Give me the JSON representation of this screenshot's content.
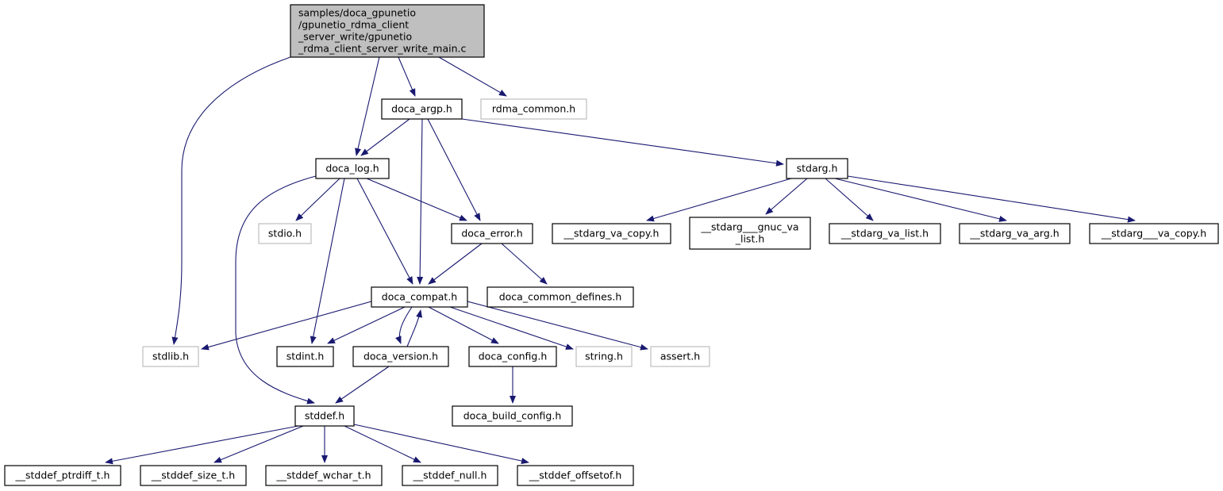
{
  "colors": {
    "edge": "#191970",
    "root_fill": "#bfbfbf",
    "node_border": "#000000",
    "missing_border": "#bfbfbf",
    "missing_text": "#404040"
  },
  "nodes": [
    {
      "id": "main",
      "lines": [
        "samples/doca_gpunetio",
        "/gpunetio_rdma_client",
        "_server_write/gpunetio",
        "_rdma_client_server_write_main.c"
      ],
      "style": "root"
    },
    {
      "id": "doca_argp",
      "lines": [
        "doca_argp.h"
      ],
      "style": "normal"
    },
    {
      "id": "rdma_common",
      "lines": [
        "rdma_common.h"
      ],
      "style": "missing"
    },
    {
      "id": "doca_log",
      "lines": [
        "doca_log.h"
      ],
      "style": "normal"
    },
    {
      "id": "stdarg",
      "lines": [
        "stdarg.h"
      ],
      "style": "normal"
    },
    {
      "id": "stdio",
      "lines": [
        "stdio.h"
      ],
      "style": "missing"
    },
    {
      "id": "doca_error",
      "lines": [
        "doca_error.h"
      ],
      "style": "normal"
    },
    {
      "id": "va_copy",
      "lines": [
        "__stdarg_va_copy.h"
      ],
      "style": "normal"
    },
    {
      "id": "gnuc_va_list",
      "lines": [
        "__stdarg___gnuc_va",
        "_list.h"
      ],
      "style": "normal"
    },
    {
      "id": "va_list",
      "lines": [
        "__stdarg_va_list.h"
      ],
      "style": "normal"
    },
    {
      "id": "va_arg",
      "lines": [
        "__stdarg_va_arg.h"
      ],
      "style": "normal"
    },
    {
      "id": "___va_copy",
      "lines": [
        "__stdarg___va_copy.h"
      ],
      "style": "normal"
    },
    {
      "id": "doca_compat",
      "lines": [
        "doca_compat.h"
      ],
      "style": "normal"
    },
    {
      "id": "doca_common_defines",
      "lines": [
        "doca_common_defines.h"
      ],
      "style": "normal"
    },
    {
      "id": "stdlib",
      "lines": [
        "stdlib.h"
      ],
      "style": "missing"
    },
    {
      "id": "stdint",
      "lines": [
        "stdint.h"
      ],
      "style": "normal"
    },
    {
      "id": "doca_version",
      "lines": [
        "doca_version.h"
      ],
      "style": "normal"
    },
    {
      "id": "doca_config",
      "lines": [
        "doca_config.h"
      ],
      "style": "normal"
    },
    {
      "id": "string",
      "lines": [
        "string.h"
      ],
      "style": "missing"
    },
    {
      "id": "assert",
      "lines": [
        "assert.h"
      ],
      "style": "missing"
    },
    {
      "id": "stddef",
      "lines": [
        "stddef.h"
      ],
      "style": "normal"
    },
    {
      "id": "doca_build_config",
      "lines": [
        "doca_build_config.h"
      ],
      "style": "normal"
    },
    {
      "id": "ptrdiff_t",
      "lines": [
        "__stddef_ptrdiff_t.h"
      ],
      "style": "normal"
    },
    {
      "id": "size_t",
      "lines": [
        "__stddef_size_t.h"
      ],
      "style": "normal"
    },
    {
      "id": "wchar_t",
      "lines": [
        "__stddef_wchar_t.h"
      ],
      "style": "normal"
    },
    {
      "id": "null",
      "lines": [
        "__stddef_null.h"
      ],
      "style": "normal"
    },
    {
      "id": "offsetof",
      "lines": [
        "__stddef_offsetof.h"
      ],
      "style": "normal"
    }
  ],
  "edges": [
    [
      "main",
      "stdlib"
    ],
    [
      "main",
      "doca_log"
    ],
    [
      "main",
      "doca_argp"
    ],
    [
      "main",
      "rdma_common"
    ],
    [
      "doca_argp",
      "doca_log"
    ],
    [
      "doca_argp",
      "doca_compat"
    ],
    [
      "doca_argp",
      "doca_error"
    ],
    [
      "doca_argp",
      "stdarg"
    ],
    [
      "doca_log",
      "stddef"
    ],
    [
      "doca_log",
      "stdio"
    ],
    [
      "doca_log",
      "stdint"
    ],
    [
      "doca_log",
      "doca_compat"
    ],
    [
      "doca_log",
      "doca_error"
    ],
    [
      "stdarg",
      "va_copy"
    ],
    [
      "stdarg",
      "gnuc_va_list"
    ],
    [
      "stdarg",
      "va_list"
    ],
    [
      "stdarg",
      "va_arg"
    ],
    [
      "stdarg",
      "___va_copy"
    ],
    [
      "doca_error",
      "doca_compat"
    ],
    [
      "doca_error",
      "doca_common_defines"
    ],
    [
      "doca_compat",
      "stdlib"
    ],
    [
      "doca_compat",
      "stdint"
    ],
    [
      "doca_compat",
      "doca_version"
    ],
    [
      "doca_compat",
      "doca_config"
    ],
    [
      "doca_compat",
      "string"
    ],
    [
      "doca_compat",
      "assert"
    ],
    [
      "doca_version",
      "doca_compat"
    ],
    [
      "doca_version",
      "stddef"
    ],
    [
      "doca_config",
      "doca_build_config"
    ],
    [
      "stddef",
      "ptrdiff_t"
    ],
    [
      "stddef",
      "size_t"
    ],
    [
      "stddef",
      "wchar_t"
    ],
    [
      "stddef",
      "null"
    ],
    [
      "stddef",
      "offsetof"
    ]
  ]
}
